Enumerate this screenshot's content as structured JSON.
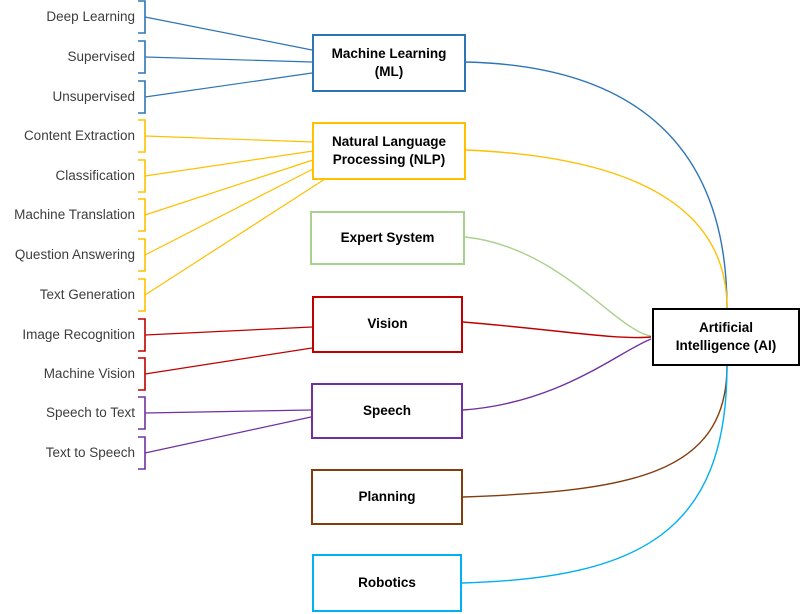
{
  "diagram": {
    "background": "#ffffff",
    "center": {
      "label": "Artificial Intelligence (AI)",
      "border_color": "#000000"
    },
    "categories": [
      {
        "id": "ml",
        "label": "Machine Learning (ML)",
        "color": "#2E75B6",
        "children": [
          "Deep Learning",
          "Supervised",
          "Unsupervised"
        ]
      },
      {
        "id": "nlp",
        "label": "Natural Language Processing (NLP)",
        "color": "#FFC000",
        "children": [
          "Content Extraction",
          "Classification",
          "Machine Translation",
          "Question Answering",
          "Text Generation"
        ]
      },
      {
        "id": "expert-system",
        "label": "Expert System",
        "color": "#A9D18E",
        "children": []
      },
      {
        "id": "vision",
        "label": "Vision",
        "color": "#C00000",
        "children": [
          "Image Recognition",
          "Machine Vision"
        ]
      },
      {
        "id": "speech",
        "label": "Speech",
        "color": "#7030A0",
        "children": [
          "Speech to Text",
          "Text to Speech"
        ]
      },
      {
        "id": "planning",
        "label": "Planning",
        "color": "#843C0C",
        "children": []
      },
      {
        "id": "robotics",
        "label": "Robotics",
        "color": "#00B0F0",
        "children": []
      }
    ]
  }
}
